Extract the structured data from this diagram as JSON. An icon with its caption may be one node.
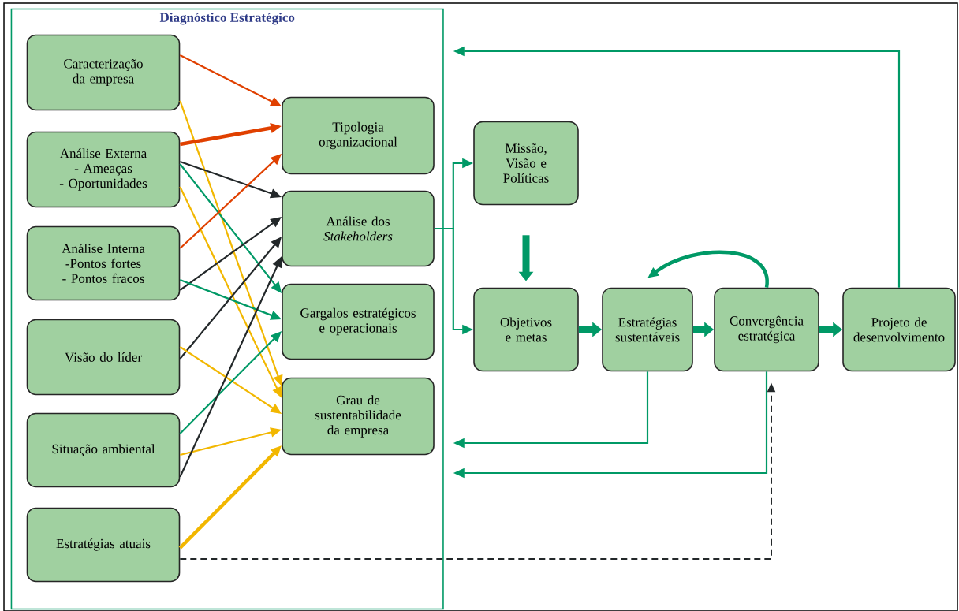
{
  "diagram": {
    "nodes": [
      {
        "text": [
          "Diagnóstico Estratégico"
        ]
      },
      {
        "text": [
          "Caracterização da empresa"
        ],
        "in": 0
      },
      {
        "text": [
          "Análise Externa",
          "- Ameaças",
          "- Oportunidades"
        ],
        "in": 0
      },
      {
        "text": [
          "Análise Interna",
          "-Pontos fortes",
          "- Pontos fracos"
        ],
        "in": 0
      },
      {
        "text": [
          "Visão do líder"
        ],
        "in": 0
      },
      {
        "text": [
          "Situação ambiental"
        ],
        "in": 0
      },
      {
        "text": [
          "Estratégias atuais"
        ],
        "in": 0
      },
      {
        "text": [
          "Tipologia organizacional"
        ],
        "in": 0
      },
      {
        "text": [
          "Análise dos *Stakeholders*"
        ],
        "in": 0
      },
      {
        "text": [
          "Gargalos estratégicos e operacionais"
        ],
        "in": 0
      },
      {
        "text": [
          "Grau de sustentabilidade da empresa"
        ],
        "in": 0
      },
      {
        "text": [
          "Missão, Visão e Políticas"
        ]
      },
      {
        "text": [
          "Objetivos e metas"
        ]
      },
      {
        "text": [
          "Estratégias sustentáveis"
        ]
      },
      {
        "text": [
          "Convergência estratégica"
        ]
      },
      {
        "text": [
          "Projeto de desenvolvimento"
        ]
      }
    ],
    "edges": [
      {
        "from": 1,
        "to": 7,
        "arrow": "to",
        "color": "#e04000"
      },
      {
        "from": 1,
        "to": 10,
        "arrow": "to",
        "color": "#f2b700"
      },
      {
        "from": 2,
        "to": 7,
        "arrow": "to",
        "color": "#e04000",
        "style": "thick"
      },
      {
        "from": 2,
        "to": 8,
        "arrow": "to",
        "color": "#23282a"
      },
      {
        "from": 2,
        "to": 9,
        "arrow": "to"
      },
      {
        "from": 2,
        "to": 10,
        "arrow": "to",
        "color": "#f2b700"
      },
      {
        "from": 3,
        "to": 7,
        "arrow": "to",
        "color": "#e04000"
      },
      {
        "from": 3,
        "to": 8,
        "arrow": "to",
        "color": "#23282a"
      },
      {
        "from": 3,
        "to": 9,
        "arrow": "to"
      },
      {
        "from": 4,
        "to": 8,
        "arrow": "to",
        "color": "#23282a"
      },
      {
        "from": 4,
        "to": 10,
        "arrow": "to",
        "color": "#f2b700"
      },
      {
        "from": 5,
        "to": 9,
        "arrow": "to"
      },
      {
        "from": 5,
        "to": 10,
        "arrow": "to",
        "color": "#f2b700"
      },
      {
        "from": 5,
        "to": 8,
        "arrow": "to",
        "color": "#23282a"
      },
      {
        "from": 6,
        "to": 10,
        "arrow": "to",
        "color": "#f2b700",
        "style": "thick"
      },
      {
        "from": 8,
        "to": 11,
        "arrow": "to"
      },
      {
        "from": 8,
        "to": 12,
        "arrow": "to"
      },
      {
        "from": 11,
        "to": 12,
        "arrow": "to",
        "style": "thick"
      },
      {
        "from": 12,
        "to": 13,
        "arrow": "to",
        "style": "thick"
      },
      {
        "from": 13,
        "to": 14,
        "arrow": "to",
        "style": "thick"
      },
      {
        "from": 14,
        "to": 15,
        "arrow": "to",
        "style": "thick"
      },
      {
        "from": 14,
        "to": 13,
        "arrow": "to",
        "style": "thick"
      },
      {
        "from": 15,
        "to": 0,
        "arrow": "to"
      },
      {
        "from": 13,
        "to": 0,
        "arrow": "to"
      },
      {
        "from": 14,
        "to": 0,
        "arrow": "to"
      },
      {
        "from": 6,
        "to": 14,
        "arrow": "to",
        "style": "dashed",
        "color": "#23282a"
      }
    ]
  }
}
